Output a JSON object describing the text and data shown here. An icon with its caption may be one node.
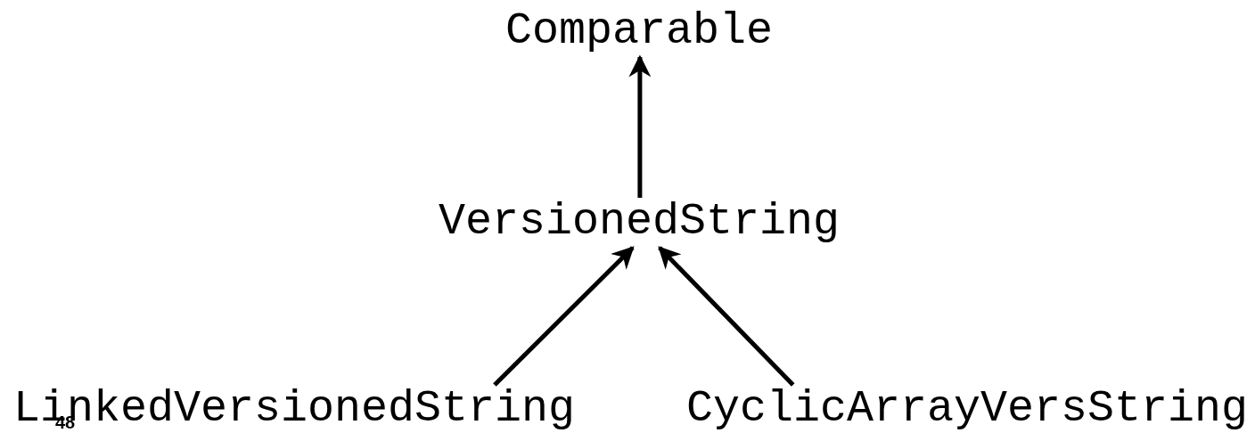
{
  "diagram": {
    "nodes": [
      {
        "text": [
          "Comparable"
        ]
      },
      {
        "text": [
          "VersionedString"
        ]
      },
      {
        "text": [
          "LinkedVersionedString"
        ]
      },
      {
        "text": [
          "CyclicArrayVersString"
        ]
      }
    ],
    "edges": [
      {
        "from": 1,
        "to": 0,
        "arrow": "to"
      },
      {
        "from": 2,
        "to": 1,
        "arrow": "to"
      },
      {
        "from": 3,
        "to": 1,
        "arrow": "to"
      }
    ],
    "labels": [
      "48"
    ]
  }
}
